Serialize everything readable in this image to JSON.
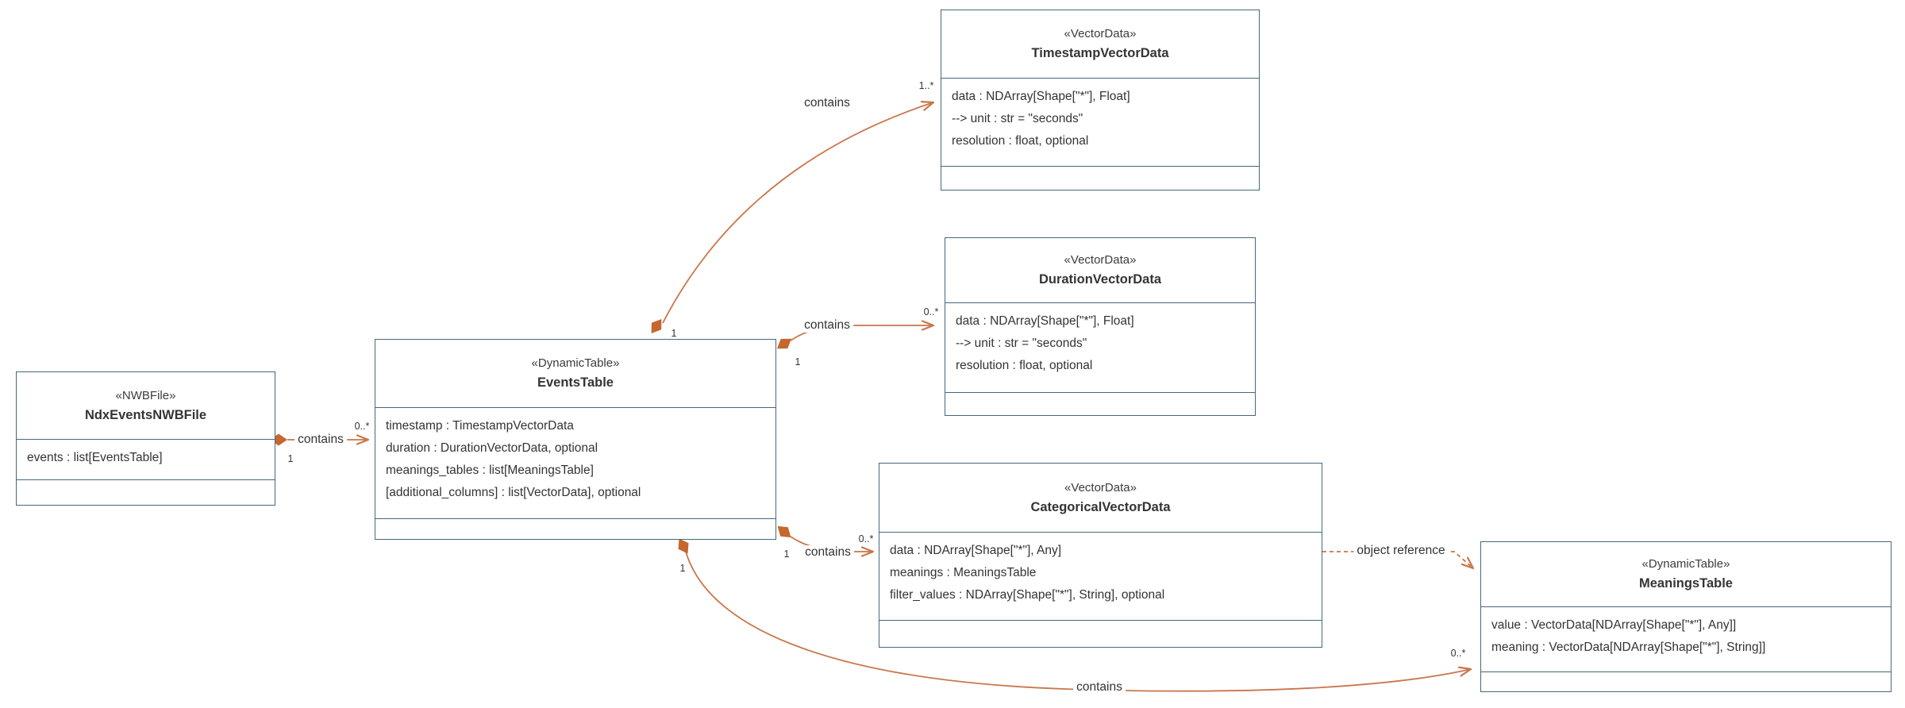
{
  "diagram": {
    "classes": [
      {
        "id": "ndx-events-nwb-file",
        "stereotype": "«NWBFile»",
        "name": "NdxEventsNWBFile",
        "attributes": [
          "events : list[EventsTable]"
        ]
      },
      {
        "id": "events-table",
        "stereotype": "«DynamicTable»",
        "name": "EventsTable",
        "attributes": [
          "timestamp : TimestampVectorData",
          "duration : DurationVectorData, optional",
          "meanings_tables : list[MeaningsTable]",
          "[additional_columns] : list[VectorData], optional"
        ]
      },
      {
        "id": "timestamp-vector-data",
        "stereotype": "«VectorData»",
        "name": "TimestampVectorData",
        "attributes": [
          "data : NDArray[Shape[\"*\"], Float]",
          "--> unit : str = \"seconds\"",
          "resolution : float, optional"
        ]
      },
      {
        "id": "duration-vector-data",
        "stereotype": "«VectorData»",
        "name": "DurationVectorData",
        "attributes": [
          "data : NDArray[Shape[\"*\"], Float]",
          "--> unit : str = \"seconds\"",
          "resolution : float, optional"
        ]
      },
      {
        "id": "categorical-vector-data",
        "stereotype": "«VectorData»",
        "name": "CategoricalVectorData",
        "attributes": [
          "data : NDArray[Shape[\"*\"], Any]",
          "meanings : MeaningsTable",
          "filter_values : NDArray[Shape[\"*\"], String], optional"
        ]
      },
      {
        "id": "meanings-table",
        "stereotype": "«DynamicTable»",
        "name": "MeaningsTable",
        "attributes": [
          "value : VectorData[NDArray[Shape[\"*\"], Any]]",
          "meaning : VectorData[NDArray[Shape[\"*\"], String]]"
        ]
      }
    ],
    "relationships": [
      {
        "from": "NdxEventsNWBFile",
        "to": "EventsTable",
        "type": "aggregation",
        "label": "contains",
        "source_multiplicity": "1",
        "target_multiplicity": "0..*"
      },
      {
        "from": "EventsTable",
        "to": "TimestampVectorData",
        "type": "aggregation",
        "label": "contains",
        "source_multiplicity": "1",
        "target_multiplicity": "1..*"
      },
      {
        "from": "EventsTable",
        "to": "DurationVectorData",
        "type": "aggregation",
        "label": "contains",
        "source_multiplicity": "1",
        "target_multiplicity": "0..*"
      },
      {
        "from": "EventsTable",
        "to": "CategoricalVectorData",
        "type": "aggregation",
        "label": "contains",
        "source_multiplicity": "1",
        "target_multiplicity": "0..*"
      },
      {
        "from": "EventsTable",
        "to": "MeaningsTable",
        "type": "aggregation",
        "label": "contains",
        "source_multiplicity": "1",
        "target_multiplicity": "0..*"
      },
      {
        "from": "CategoricalVectorData",
        "to": "MeaningsTable",
        "type": "dashed-dependency",
        "label": "object reference",
        "source_multiplicity": "",
        "target_multiplicity": ""
      }
    ],
    "colors": {
      "box_border": "#45687c",
      "relationship_line": "#c9764a",
      "diamond_fill": "#c5672e",
      "text": "#333333",
      "background": "#ffffff"
    }
  }
}
